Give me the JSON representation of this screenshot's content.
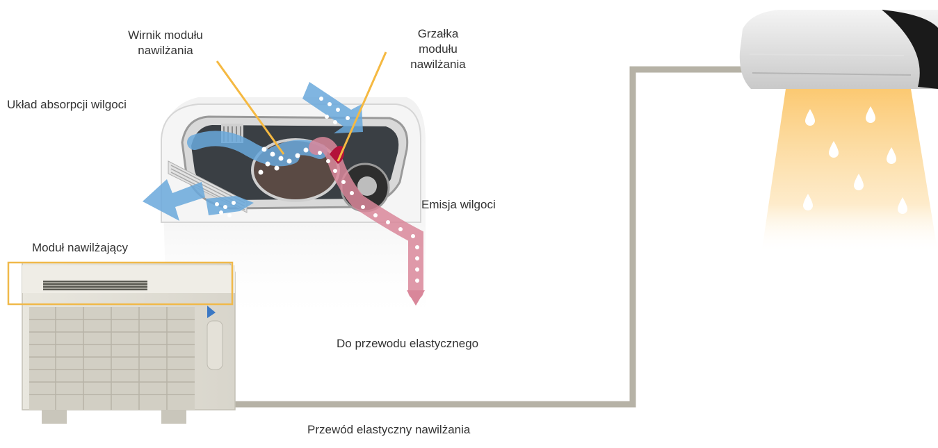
{
  "labels": {
    "rotor": [
      "Wirnik modułu",
      "nawilżania"
    ],
    "heater": [
      "Grzałka",
      "modułu",
      "nawilżania"
    ],
    "absorption": "Układ absorpcji wilgoci",
    "emission": "Emisja wilgoci",
    "module": "Moduł nawilżający",
    "to_hose": "Do przewodu elastycznego",
    "hose": "Przewód elastyczny nawilżania"
  },
  "colors": {
    "callout_line": "#f5b942",
    "module_box": "#f0b94a",
    "hose": "#b6b2a6",
    "moist_air": "#d9879a",
    "dry_air": "#6aa9dc",
    "warm_beam": "#fbd38a",
    "unit_body": "#e6e4dc"
  },
  "icons": {
    "outdoor_unit": "outdoor-unit-icon",
    "indoor_unit": "indoor-unit-icon",
    "water_drop": "water-drop-icon"
  }
}
